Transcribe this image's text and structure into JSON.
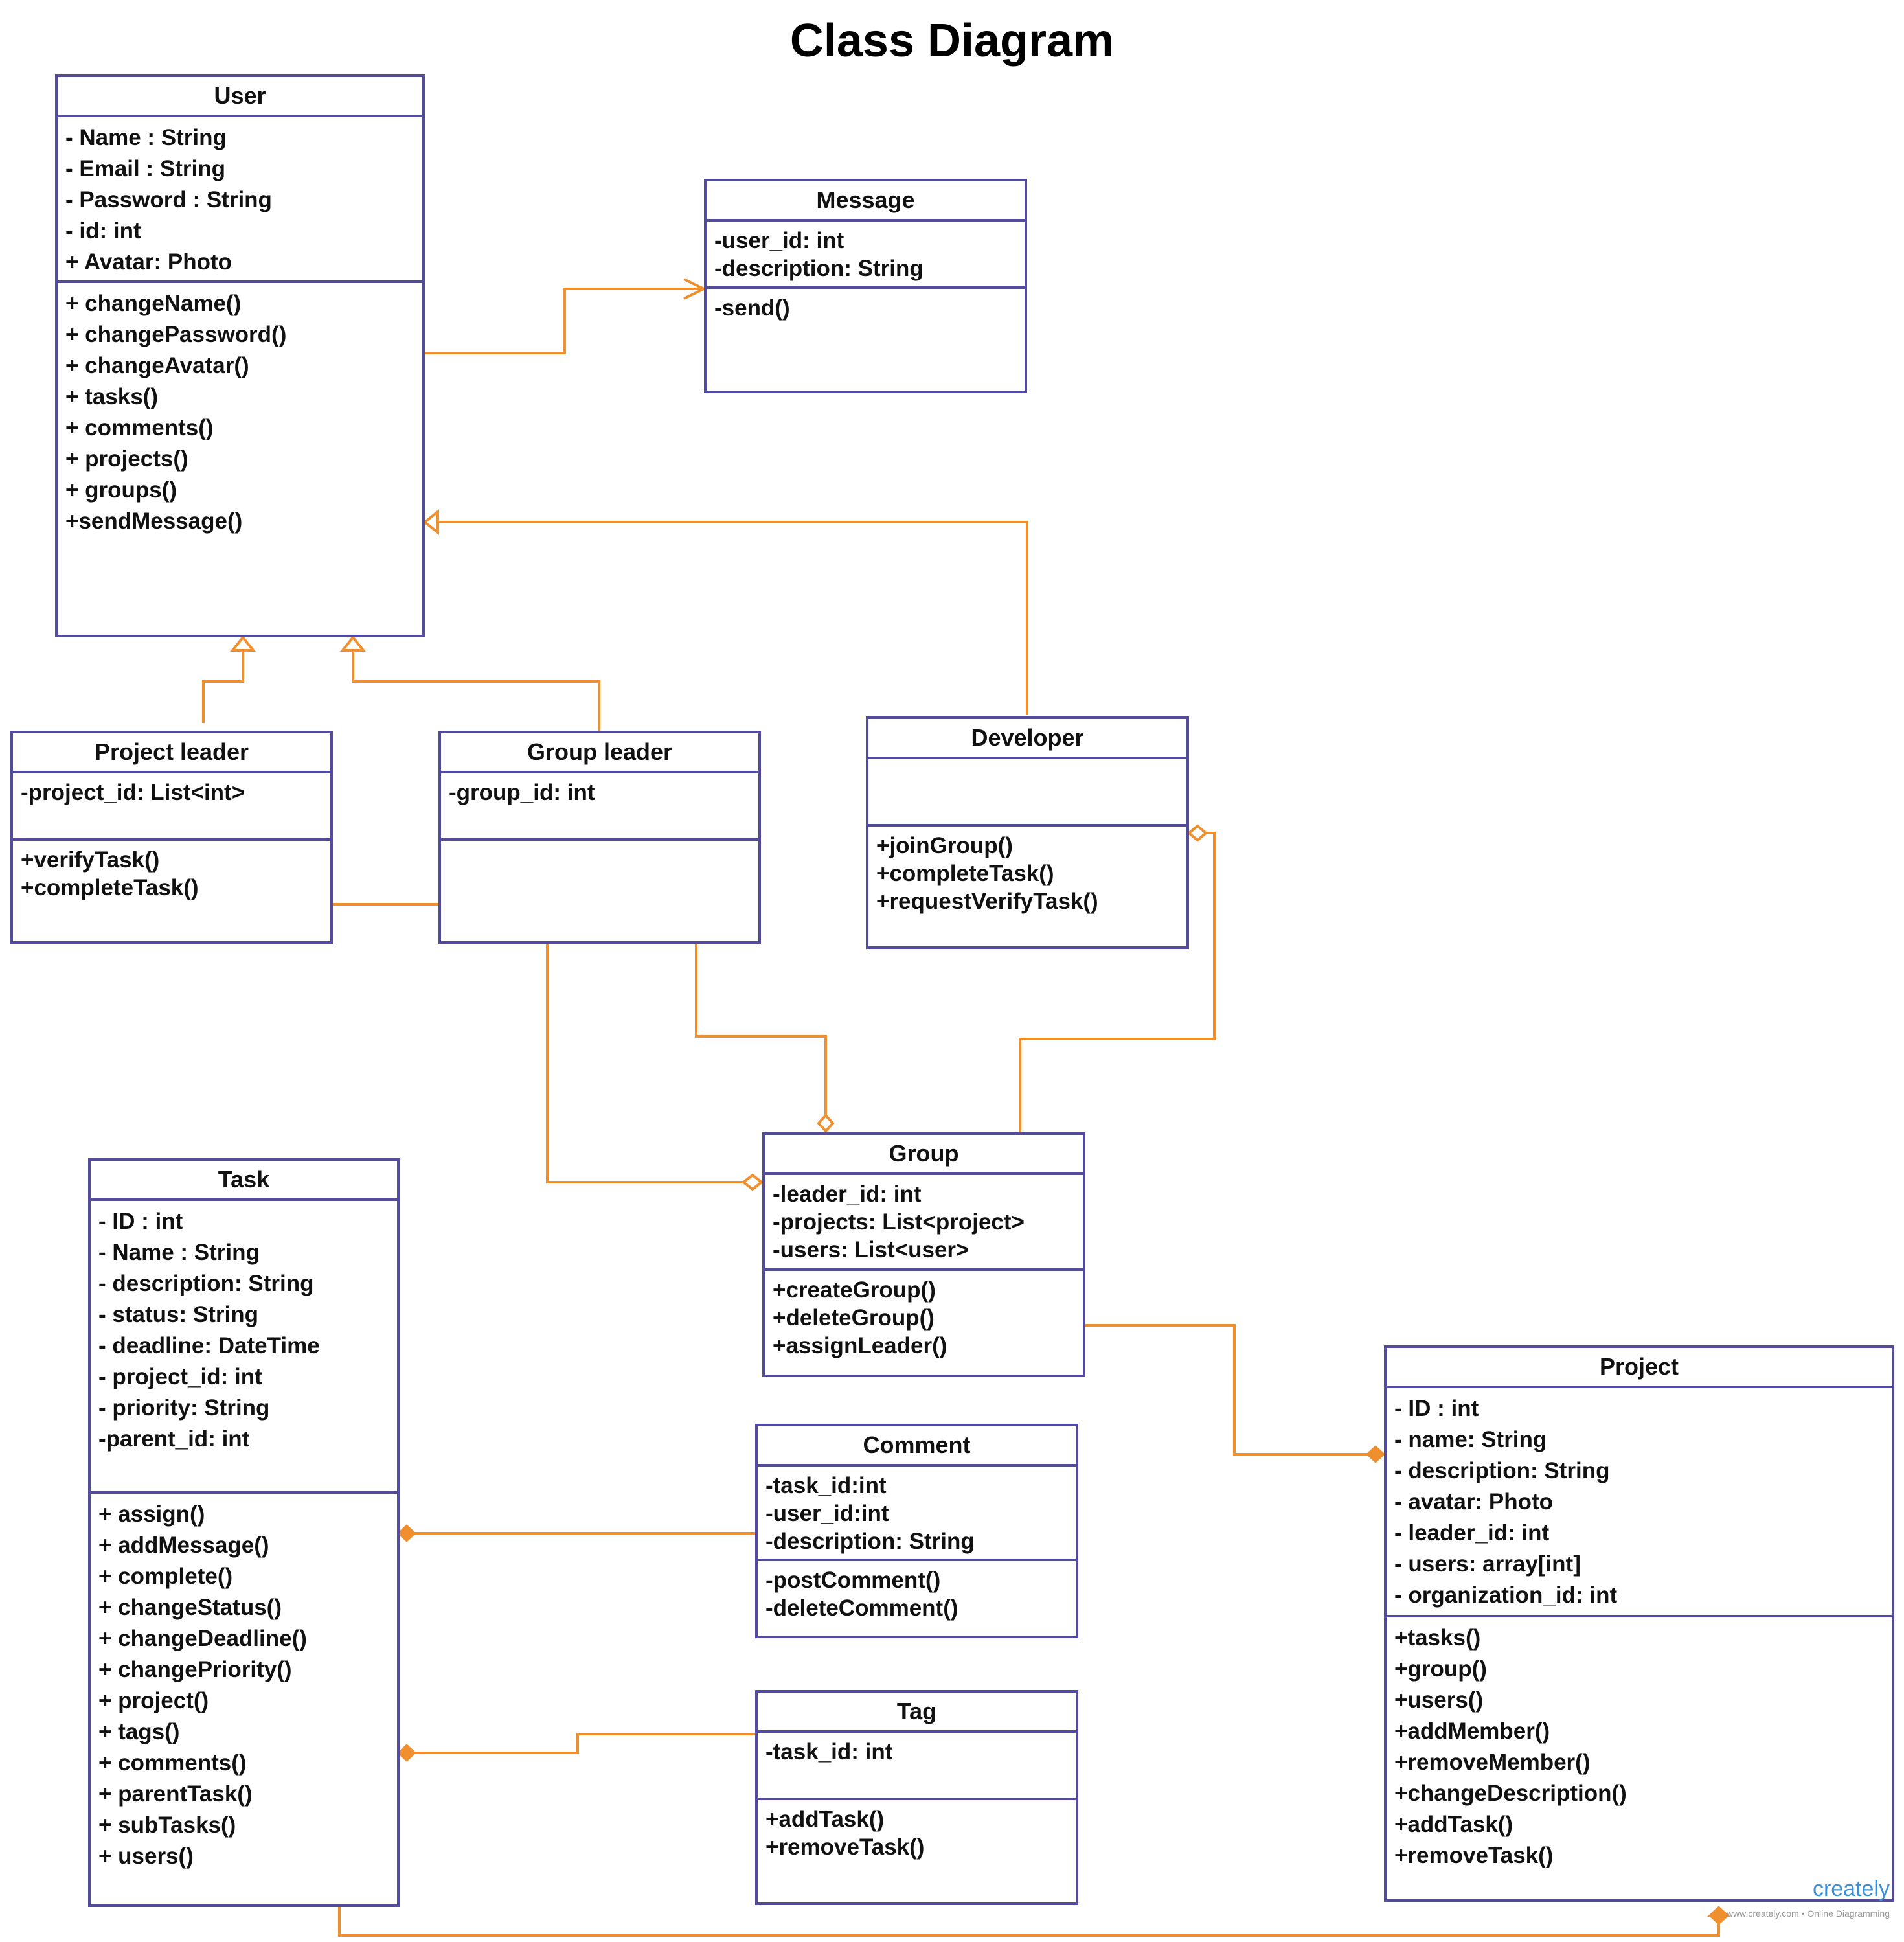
{
  "title": "Class Diagram",
  "colors": {
    "class_border": "#534c9e",
    "connector": "#ef8f2e",
    "text": "#111111"
  },
  "classes": {
    "user": {
      "name": "User",
      "attributes": [
        "- Name : String",
        "- Email : String",
        "- Password : String",
        "- id: int",
        "+ Avatar: Photo"
      ],
      "operations": [
        "+ changeName()",
        "+ changePassword()",
        "+ changeAvatar()",
        "+ tasks()",
        "+ comments()",
        "+ projects()",
        "+ groups()",
        "+sendMessage()"
      ]
    },
    "message": {
      "name": "Message",
      "attributes": [
        "-user_id: int",
        "-description: String"
      ],
      "operations": [
        "-send()"
      ]
    },
    "project_leader": {
      "name": "Project leader",
      "attributes": [
        "-project_id: List<int>"
      ],
      "operations": [
        "+verifyTask()",
        "+completeTask()"
      ]
    },
    "group_leader": {
      "name": "Group leader",
      "attributes": [
        "-group_id: int"
      ],
      "operations": []
    },
    "developer": {
      "name": "Developer",
      "attributes": [],
      "operations": [
        "+joinGroup()",
        "+completeTask()",
        "+requestVerifyTask()"
      ]
    },
    "group": {
      "name": "Group",
      "attributes": [
        "-leader_id: int",
        "-projects: List<project>",
        "-users: List<user>"
      ],
      "operations": [
        "+createGroup()",
        "+deleteGroup()",
        "+assignLeader()"
      ]
    },
    "task": {
      "name": "Task",
      "attributes": [
        "- ID : int",
        "- Name : String",
        "- description: String",
        "- status: String",
        "- deadline: DateTime",
        "- project_id: int",
        "- priority: String",
        "-parent_id: int"
      ],
      "operations": [
        "+ assign()",
        "+ addMessage()",
        "+ complete()",
        "+ changeStatus()",
        "+ changeDeadline()",
        "+ changePriority()",
        "+ project()",
        "+ tags()",
        "+ comments()",
        "+ parentTask()",
        "+ subTasks()",
        "+ users()"
      ]
    },
    "comment": {
      "name": "Comment",
      "attributes": [
        "-task_id:int",
        "-user_id:int",
        "-description: String"
      ],
      "operations": [
        "-postComment()",
        "-deleteComment()"
      ]
    },
    "tag": {
      "name": "Tag",
      "attributes": [
        "-task_id: int"
      ],
      "operations": [
        "+addTask()",
        "+removeTask()"
      ]
    },
    "project": {
      "name": "Project",
      "attributes": [
        "- ID : int",
        "- name: String",
        "- description: String",
        "- avatar: Photo",
        "- leader_id: int",
        "- users: array[int]",
        "- organization_id: int"
      ],
      "operations": [
        "+tasks()",
        "+group()",
        "+users()",
        "+addMember()",
        "+removeMember()",
        "+changeDescription()",
        "+addTask()",
        "+removeTask()"
      ]
    }
  },
  "relationships": [
    {
      "from": "user",
      "to": "message",
      "type": "association"
    },
    {
      "from": "project_leader",
      "to": "user",
      "type": "generalization"
    },
    {
      "from": "group_leader",
      "to": "user",
      "type": "generalization"
    },
    {
      "from": "developer",
      "to": "user",
      "type": "generalization"
    },
    {
      "from": "project_leader",
      "to": "group",
      "type": "aggregation"
    },
    {
      "from": "group_leader",
      "to": "group",
      "type": "aggregation"
    },
    {
      "from": "group",
      "to": "developer",
      "type": "aggregation"
    },
    {
      "from": "group",
      "to": "project",
      "type": "composition"
    },
    {
      "from": "comment",
      "to": "task",
      "type": "composition"
    },
    {
      "from": "tag",
      "to": "task",
      "type": "composition"
    },
    {
      "from": "task",
      "to": "project",
      "type": "composition"
    }
  ],
  "logo": {
    "text": "creately",
    "sub": "www.creately.com • Online Diagramming"
  }
}
